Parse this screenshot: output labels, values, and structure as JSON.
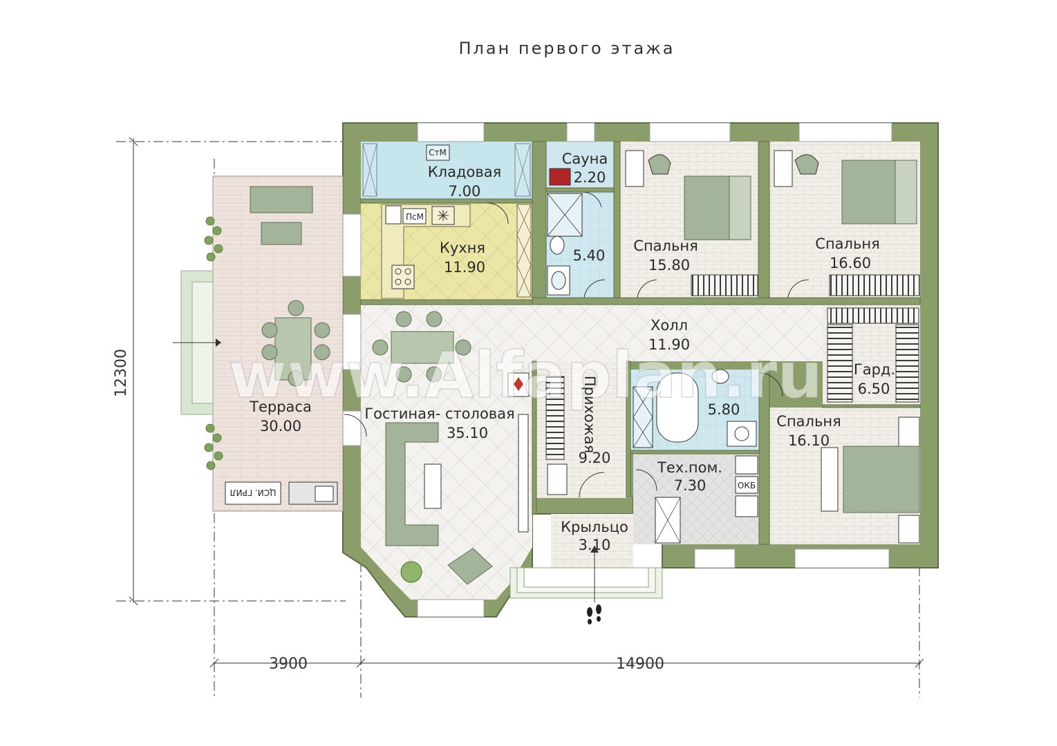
{
  "title": "План первого этажа",
  "watermark": "www.Alfaplan.ru",
  "dimensions": {
    "height": "12300",
    "width_left": "3900",
    "width_right": "14900"
  },
  "rooms": [
    {
      "name": "Кладовая",
      "area": "7.00"
    },
    {
      "name": "Сауна",
      "area": "2.20"
    },
    {
      "name": "Кухня",
      "area": "11.90"
    },
    {
      "name": "",
      "area": "5.40"
    },
    {
      "name": "Спальня",
      "area": "15.80"
    },
    {
      "name": "Спальня",
      "area": "16.60"
    },
    {
      "name": "Холл",
      "area": "11.90"
    },
    {
      "name": "Гард.",
      "area": "6.50"
    },
    {
      "name": "Терраса",
      "area": "30.00"
    },
    {
      "name": "Гостиная- столовая",
      "area": "35.10"
    },
    {
      "name": "Прихожая",
      "area": "9.20"
    },
    {
      "name": "",
      "area": "5.80"
    },
    {
      "name": "Тех.пом.",
      "area": "7.30"
    },
    {
      "name": "Спальня",
      "area": "16.10"
    },
    {
      "name": "Крыльцо",
      "area": "3.10"
    }
  ],
  "appliance_labels": {
    "washer": "СтМ",
    "dishwasher": "ПсМ",
    "boiler": "ОКБ",
    "bbq": "ЦСИ. ГРИЛ"
  },
  "colors": {
    "wall": "#8a9d6a",
    "wall_border": "#5b6b45",
    "kitchen_floor": "#ece7a8",
    "tile_floor": "#f3efea",
    "terrace_floor": "#efe4df",
    "storage_floor": "#c7e5ec",
    "wet_floor": "#cfe6ef",
    "tech_floor": "#e4e4e4",
    "furniture": "#a4b49a"
  }
}
